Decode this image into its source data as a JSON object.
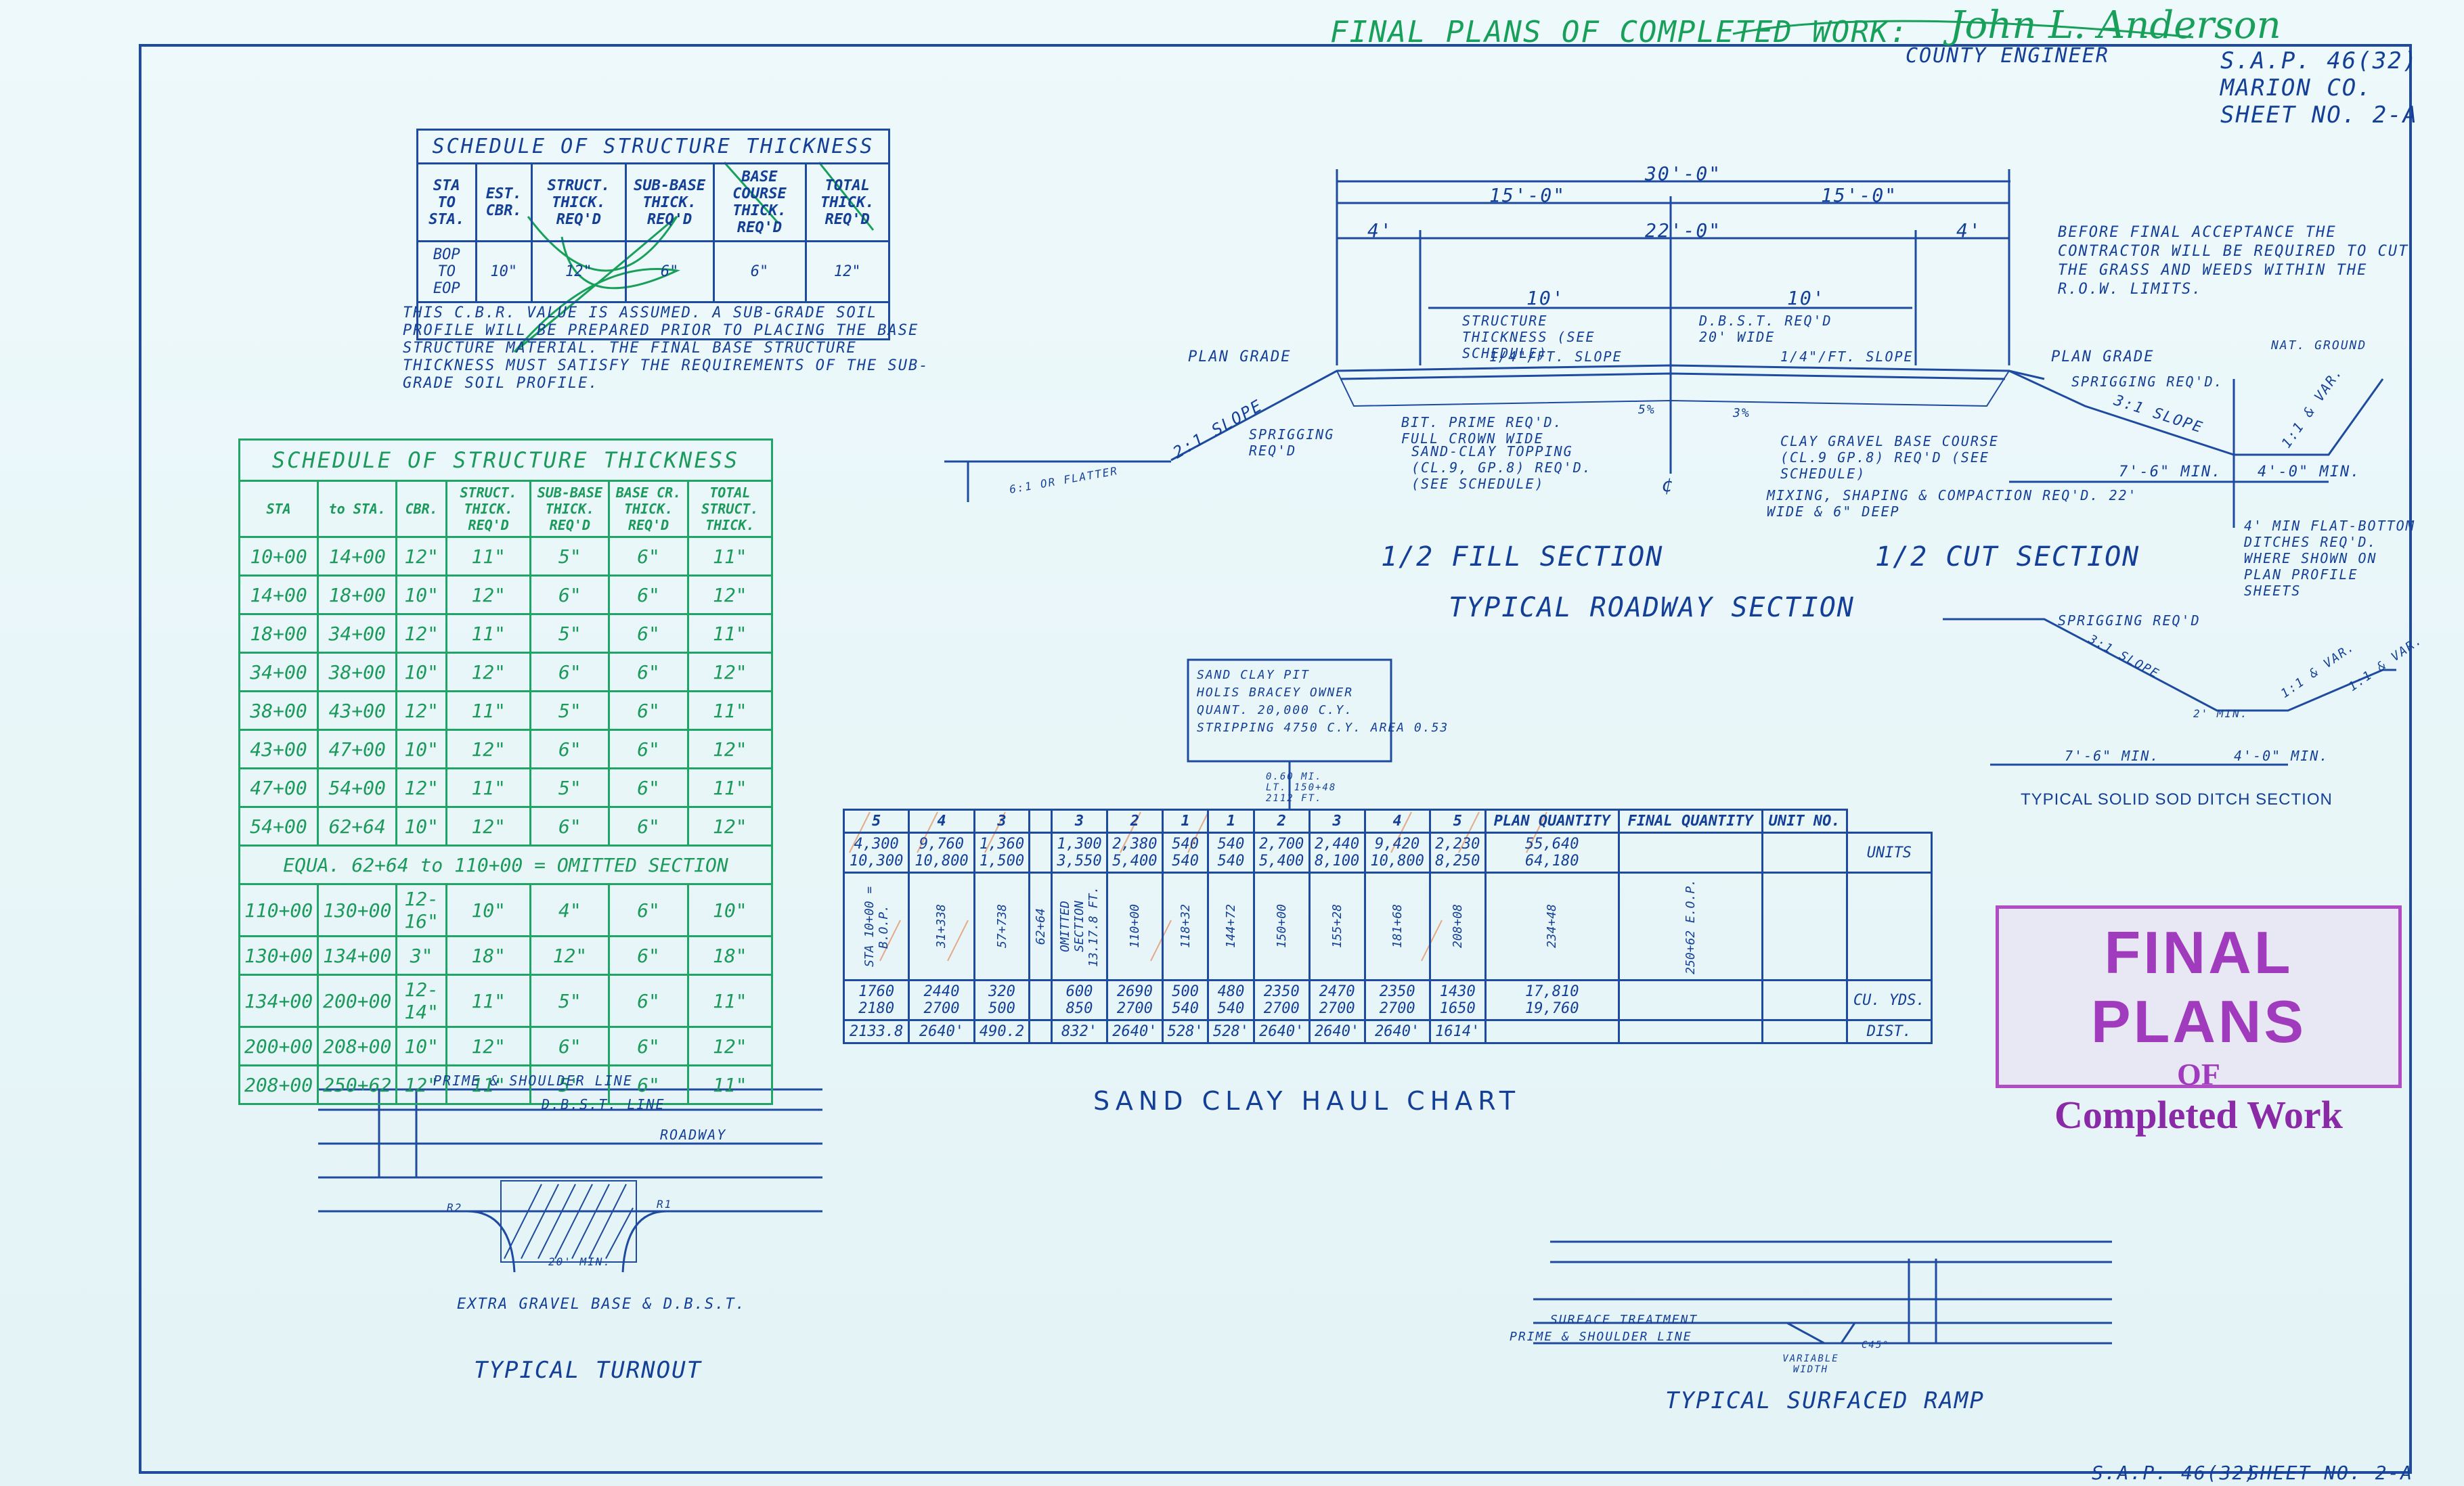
{
  "header": {
    "title": "FINAL PLANS OF COMPLETED WORK:",
    "signature": "John L. Anderson",
    "signer_title": "COUNTY ENGINEER",
    "project": "S.A.P. 46(32)",
    "county": "MARION CO.",
    "sheet": "SHEET NO. 2-A"
  },
  "footer": {
    "project": "S.A.P. 46(32)",
    "sheet": "SHEET NO. 2-A"
  },
  "schedule_top": {
    "title": "SCHEDULE OF STRUCTURE THICKNESS",
    "headers": [
      "STA TO STA.",
      "EST. CBR.",
      "STRUCT. THICK. REQ'D",
      "SUB-BASE THICK. REQ'D",
      "BASE COURSE THICK. REQ'D",
      "TOTAL THICK. REQ'D"
    ],
    "row": [
      "BOP TO EOP",
      "10\"",
      "12\"",
      "6\"",
      "6\"",
      "12\""
    ],
    "note": "THIS C.B.R. VALUE IS ASSUMED. A SUB-GRADE SOIL PROFILE WILL BE PREPARED PRIOR TO PLACING THE BASE STRUCTURE MATERIAL. THE FINAL BASE STRUCTURE THICKNESS MUST SATISFY THE REQUIREMENTS OF THE SUB-GRADE SOIL PROFILE."
  },
  "schedule_green": {
    "title": "SCHEDULE OF STRUCTURE THICKNESS",
    "headers": [
      "STA",
      "to STA.",
      "CBR.",
      "STRUCT. THICK. REQ'D",
      "SUB-BASE THICK. REQ'D",
      "BASE CR. THICK. REQ'D",
      "TOTAL STRUCT. THICK."
    ],
    "rows": [
      [
        "10+00",
        "14+00",
        "12\"",
        "11\"",
        "5\"",
        "6\"",
        "11\""
      ],
      [
        "14+00",
        "18+00",
        "10\"",
        "12\"",
        "6\"",
        "6\"",
        "12\""
      ],
      [
        "18+00",
        "34+00",
        "12\"",
        "11\"",
        "5\"",
        "6\"",
        "11\""
      ],
      [
        "34+00",
        "38+00",
        "10\"",
        "12\"",
        "6\"",
        "6\"",
        "12\""
      ],
      [
        "38+00",
        "43+00",
        "12\"",
        "11\"",
        "5\"",
        "6\"",
        "11\""
      ],
      [
        "43+00",
        "47+00",
        "10\"",
        "12\"",
        "6\"",
        "6\"",
        "12\""
      ],
      [
        "47+00",
        "54+00",
        "12\"",
        "11\"",
        "5\"",
        "6\"",
        "11\""
      ],
      [
        "54+00",
        "62+64",
        "10\"",
        "12\"",
        "6\"",
        "6\"",
        "12\""
      ]
    ],
    "equation": "EQUA. 62+64 to 110+00 = OMITTED SECTION",
    "rows2": [
      [
        "110+00",
        "130+00",
        "12-16\"",
        "10\"",
        "4\"",
        "6\"",
        "10\""
      ],
      [
        "130+00",
        "134+00",
        "3\"",
        "18\"",
        "12\"",
        "6\"",
        "18\""
      ],
      [
        "134+00",
        "200+00",
        "12-14\"",
        "11\"",
        "5\"",
        "6\"",
        "11\""
      ],
      [
        "200+00",
        "208+00",
        "10\"",
        "12\"",
        "6\"",
        "6\"",
        "12\""
      ],
      [
        "208+00",
        "250+62",
        "12\"",
        "11\"",
        "5\"",
        "6\"",
        "11\""
      ]
    ]
  },
  "roadway": {
    "dim_total": "30'-0\"",
    "dim_half_left": "15'-0\"",
    "dim_half_right": "15'-0\"",
    "dim_shoulder_left": "4'",
    "dim_pavement": "22'-0\"",
    "dim_shoulder_right": "4'",
    "dim_lane_left": "10'",
    "dim_lane_right": "10'",
    "label_structure": "STRUCTURE THICKNESS (SEE SCHEDULE)",
    "label_dbst": "D.B.S.T. REQ'D 20' WIDE",
    "label_slope1": "1/4\"/FT. SLOPE",
    "label_slope2": "1/4\"/FT. SLOPE",
    "plan_grade_left": "PLAN GRADE",
    "plan_grade_right": "PLAN GRADE",
    "sprigging": "SPRIGGING REQ'D.",
    "sprigging2": "SPRIGGING REQ'D",
    "slope21": "2:1 SLOPE",
    "slope31": "3:1 SLOPE",
    "flatter": "6:1 OR FLATTER",
    "bit_prime": "BIT. PRIME REQ'D. FULL CROWN WIDE",
    "sand_clay": "SAND-CLAY TOPPING (CL.9, GP.8) REQ'D. (SEE SCHEDULE)",
    "clay_gravel": "CLAY GRAVEL BASE COURSE (CL.9 GP.8) REQ'D (SEE SCHEDULE)",
    "mixing": "MIXING, SHAPING & COMPACTION REQ'D. 22' WIDE & 6\" DEEP",
    "min_76": "7'-6\" MIN.",
    "min_40": "4'-0\" MIN.",
    "var": "1:1 & VAR.",
    "nat_ground": "NAT. GROUND",
    "ditch_note": "4' MIN FLAT-BOTTOM DITCHES REQ'D. WHERE SHOWN ON PLAN PROFILE SHEETS",
    "cl": "¢",
    "fill": "1/2 FILL SECTION",
    "cut": "1/2 CUT SECTION",
    "title": "TYPICAL ROADWAY SECTION",
    "pct_left": "5%",
    "pct_right": "3%"
  },
  "acceptance_note": "BEFORE FINAL ACCEPTANCE THE CONTRACTOR WILL BE REQUIRED TO CUT THE GRASS AND WEEDS WITHIN THE R.O.W. LIMITS.",
  "ditch": {
    "sprigging": "SPRIGGING REQ'D",
    "slope": "3:1 SLOPE",
    "var1": "1:1 & VAR.",
    "var2": "1:1 & VAR.",
    "min76": "7'-6\" MIN.",
    "min40": "4'-0\" MIN.",
    "two_min": "2' MIN.",
    "title": "TYPICAL SOLID SOD DITCH SECTION"
  },
  "pit": {
    "l1": "SAND CLAY PIT",
    "l2": "HOLIS BRACEY OWNER",
    "l3": "QUANT. 20,000 C.Y.",
    "l4": "STRIPPING 4750 C.Y. AREA 0.53",
    "offset": "0.60 MI. LT. 150+48 2112 FT."
  },
  "haul": {
    "title": "SAND CLAY HAUL CHART",
    "cols_left": [
      "5",
      "4",
      "3"
    ],
    "cols_right": [
      "3",
      "2",
      "1",
      "1",
      "2",
      "3",
      "4",
      "5"
    ],
    "plan_qty": "PLAN QUANTITY",
    "final_qty": "FINAL QUANTITY",
    "unit_no": "UNIT NO.",
    "units_row": [
      "4,300",
      "9,760",
      "1,360",
      "",
      "1,300",
      "2,380",
      "540",
      "540",
      "2,700",
      "2,440",
      "9,420",
      "2,230",
      "55,640"
    ],
    "units_row2": [
      "10,300",
      "10,800",
      "1,500",
      "",
      "3,550",
      "5,400",
      "540",
      "540",
      "5,400",
      "8,100",
      "10,800",
      "8,250",
      "64,180"
    ],
    "units_label": "UNITS",
    "stations": [
      "STA 10+00 = B.O.P.",
      "31+338",
      "57+738",
      "62+64",
      "OMITTED SECTION 13.17.8 FT.",
      "110+00",
      "118+32",
      "144+72",
      "150+00",
      "155+28",
      "181+68",
      "208+08",
      "234+48",
      "250+62 E.O.P."
    ],
    "cy_row": [
      "1760",
      "2440",
      "320",
      "",
      "600",
      "2690",
      "500",
      "480",
      "2350",
      "2470",
      "2350",
      "1430",
      "17,810"
    ],
    "cy_row2": [
      "2180",
      "2700",
      "500",
      "",
      "850",
      "2700",
      "540",
      "540",
      "2700",
      "2700",
      "2700",
      "1650",
      "19,760"
    ],
    "cy_label": "CU. YDS.",
    "dist_row": [
      "2133.8",
      "2640'",
      "490.2",
      "",
      "832'",
      "2640'",
      "528'",
      "528'",
      "2640'",
      "2640'",
      "2640'",
      "1614'"
    ],
    "dist_label": "DIST."
  },
  "turnout": {
    "prime": "PRIME & SHOULDER LINE",
    "dbst": "D.B.S.T. LINE",
    "roadway": "ROADWAY",
    "r1": "R1",
    "r2": "R2",
    "extra": "EXTRA GRAVEL BASE & D.B.S.T.",
    "width": "20' MIN.",
    "title": "TYPICAL TURNOUT"
  },
  "ramp": {
    "surface": "SURFACE TREATMENT",
    "prime": "PRIME & SHOULDER LINE",
    "variable": "VARIABLE WIDTH",
    "angle": "C45°",
    "title": "TYPICAL SURFACED RAMP"
  },
  "stamp": {
    "line1": "FINAL PLANS",
    "line2": "OF",
    "line3": "Completed Work"
  },
  "colors": {
    "ink": "#143f97",
    "green": "#1b9a5c",
    "stamp": "#a13bbd"
  }
}
